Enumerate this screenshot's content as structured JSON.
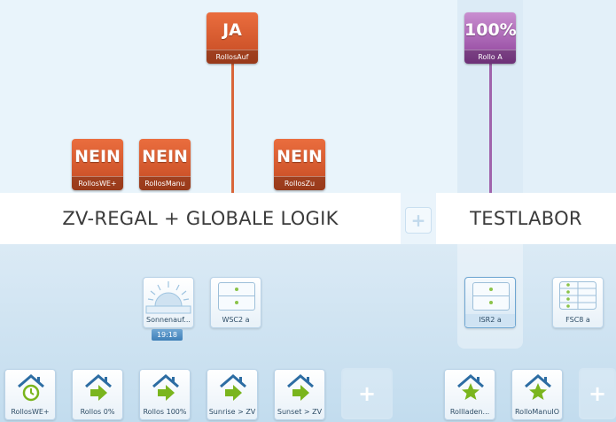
{
  "rooms": [
    {
      "title": "ZV-REGAL + GLOBALE LOGIK"
    },
    {
      "title": "TESTLABOR"
    }
  ],
  "add_room_label": "+",
  "states": {
    "rollosauf": {
      "value": "JA",
      "name": "RollosAuf"
    },
    "rolloa": {
      "value": "100%",
      "name": "Rollo A"
    },
    "rolloswe": {
      "value": "NEIN",
      "name": "RollosWE+"
    },
    "rollosmanu": {
      "value": "NEIN",
      "name": "RollosManu"
    },
    "rolloszu": {
      "value": "NEIN",
      "name": "RollosZu"
    }
  },
  "devices": {
    "sonnenauf": {
      "name": "Sonnenauf...",
      "time": "19:18"
    },
    "wsc2a": {
      "name": "WSC2 a"
    },
    "isr2a": {
      "name": "ISR2 a"
    },
    "fsc8a": {
      "name": "FSC8 a"
    }
  },
  "scenes": [
    {
      "name": "RollosWE+",
      "icon": "house-clock-icon"
    },
    {
      "name": "Rollos 0%",
      "icon": "house-arrow-icon"
    },
    {
      "name": "Rollos 100%",
      "icon": "house-arrow-icon"
    },
    {
      "name": "Sunrise > ZV",
      "icon": "house-arrow-icon"
    },
    {
      "name": "Sunset > ZV",
      "icon": "house-arrow-icon"
    },
    {
      "name": "Rollladen...",
      "icon": "house-star-icon"
    },
    {
      "name": "RolloManuIO",
      "icon": "house-star-icon"
    }
  ],
  "add_tile_label": "+",
  "colors": {
    "state_orange": "#d85a2e",
    "state_purple": "#a45bb0",
    "accent_green": "#7ab51d",
    "house_blue": "#2d6da3"
  }
}
